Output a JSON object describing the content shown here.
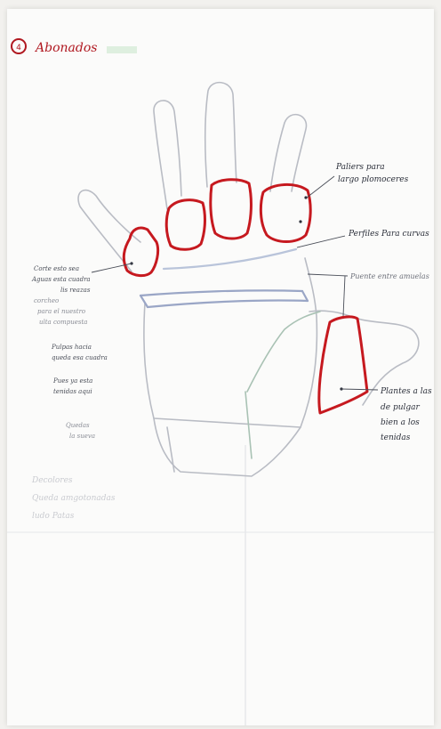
{
  "sheet": {
    "number": "4",
    "title": "Abonados"
  },
  "annotations": {
    "top_right": [
      "Paliers para",
      "largo plomoceres"
    ],
    "middle_right": [
      "Perfiles Para curvas"
    ],
    "lower_right_line": [
      "Puente entre amuelas"
    ],
    "thumb_note": [
      "Plantes a las",
      "de pulgar",
      "bien a los",
      "tenidas"
    ],
    "left_block": [
      "Corte esto sea",
      "Aguas esta cuadra",
      "lis reazas",
      "corcheo",
      "para el nuestro",
      "ulta compuesta",
      "Pulpas hacia",
      "queda esa cuadra",
      "Pues ya esta",
      "tenidas aqui",
      "Quedas",
      "la sueva"
    ],
    "left_faint": [
      "Decolores",
      "Queda amgotonadas",
      "ludo Patas"
    ]
  },
  "colors": {
    "pencil": "#b9bcc4",
    "red": "#c6191f",
    "ink": "#2b2f3a",
    "faint": "#c9cbd0"
  }
}
